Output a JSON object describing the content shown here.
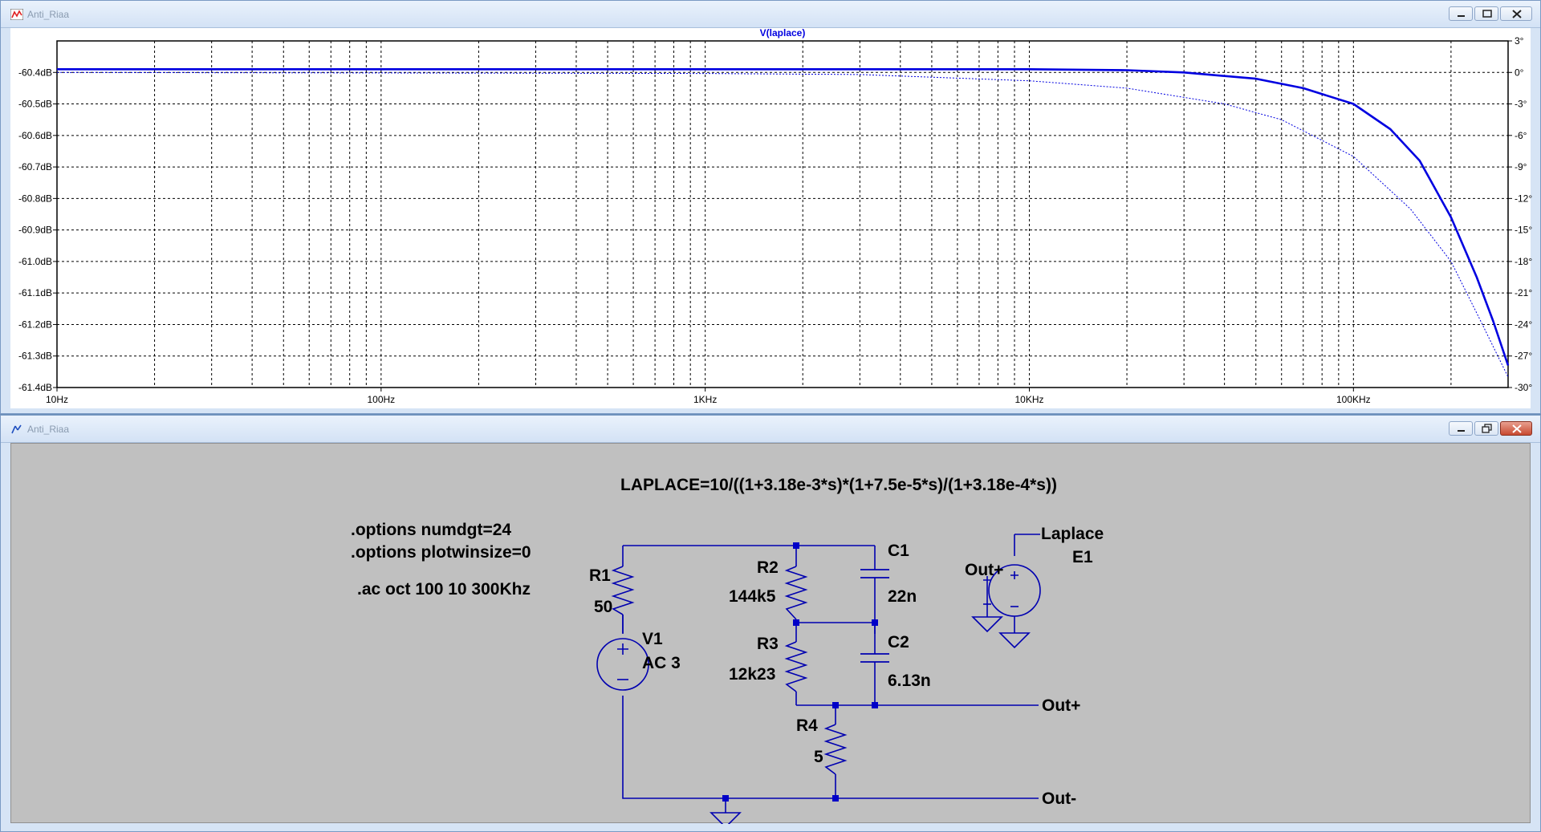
{
  "plot_window": {
    "title": "Anti_Riaa",
    "trace_label": "V(laplace)"
  },
  "chart_data": {
    "type": "line",
    "title": "V(laplace)",
    "x_scale": "log",
    "xlim": [
      10,
      300000
    ],
    "x_ticks": [
      {
        "value": 10,
        "label": "10Hz"
      },
      {
        "value": 100,
        "label": "100Hz"
      },
      {
        "value": 1000,
        "label": "1KHz"
      },
      {
        "value": 10000,
        "label": "10KHz"
      },
      {
        "value": 100000,
        "label": "100KHz"
      }
    ],
    "y_left": {
      "ylim": [
        -61.4,
        -60.3
      ],
      "ticks": [
        {
          "value": -60.4,
          "label": "-60.4dB"
        },
        {
          "value": -60.5,
          "label": "-60.5dB"
        },
        {
          "value": -60.6,
          "label": "-60.6dB"
        },
        {
          "value": -60.7,
          "label": "-60.7dB"
        },
        {
          "value": -60.8,
          "label": "-60.8dB"
        },
        {
          "value": -60.9,
          "label": "-60.9dB"
        },
        {
          "value": -61.0,
          "label": "-61.0dB"
        },
        {
          "value": -61.1,
          "label": "-61.1dB"
        },
        {
          "value": -61.2,
          "label": "-61.2dB"
        },
        {
          "value": -61.3,
          "label": "-61.3dB"
        },
        {
          "value": -61.4,
          "label": "-61.4dB"
        }
      ]
    },
    "y_right": {
      "ylim": [
        -30,
        3
      ],
      "ticks": [
        {
          "value": 3,
          "label": "3°"
        },
        {
          "value": 0,
          "label": "0°"
        },
        {
          "value": -3,
          "label": "-3°"
        },
        {
          "value": -6,
          "label": "-6°"
        },
        {
          "value": -9,
          "label": "-9°"
        },
        {
          "value": -12,
          "label": "-12°"
        },
        {
          "value": -15,
          "label": "-15°"
        },
        {
          "value": -18,
          "label": "-18°"
        },
        {
          "value": -21,
          "label": "-21°"
        },
        {
          "value": -24,
          "label": "-24°"
        },
        {
          "value": -27,
          "label": "-27°"
        },
        {
          "value": -30,
          "label": "-30°"
        }
      ]
    },
    "grid": true,
    "series": [
      {
        "name": "V(laplace)",
        "style": "solid",
        "axis": "left",
        "x": [
          10,
          100,
          1000,
          10000,
          20000,
          30000,
          50000,
          70000,
          100000,
          130000,
          160000,
          200000,
          240000,
          270000,
          300000
        ],
        "y": [
          -60.39,
          -60.39,
          -60.39,
          -60.39,
          -60.393,
          -60.4,
          -60.42,
          -60.45,
          -60.5,
          -60.58,
          -60.68,
          -60.86,
          -61.05,
          -61.19,
          -61.33
        ]
      },
      {
        "name": "V(laplace) phase",
        "style": "dashed",
        "axis": "right",
        "x": [
          10,
          100,
          1000,
          3000,
          10000,
          20000,
          40000,
          60000,
          100000,
          150000,
          200000,
          250000,
          300000
        ],
        "y": [
          0,
          -0.05,
          -0.1,
          -0.2,
          -0.8,
          -1.5,
          -3.0,
          -4.5,
          -8.0,
          -13.0,
          -18.0,
          -24.0,
          -29.0
        ]
      }
    ],
    "colors": {
      "trace": "#0000e0",
      "grid": "#000000"
    }
  },
  "schematic_window": {
    "title": "Anti_Riaa",
    "laplace_expr": "LAPLACE=10/((1+3.18e-3*s)*(1+7.5e-5*s)/(1+3.18e-4*s))",
    "directives": [
      ".options numdgt=24",
      ".options plotwinsize=0",
      ".ac oct 100 10 300Khz"
    ],
    "components": {
      "R1": {
        "name": "R1",
        "value": "50"
      },
      "R2": {
        "name": "R2",
        "value": "144k5"
      },
      "R3": {
        "name": "R3",
        "value": "12k23"
      },
      "R4": {
        "name": "R4",
        "value": "5"
      },
      "C1": {
        "name": "C1",
        "value": "22n"
      },
      "C2": {
        "name": "C2",
        "value": "6.13n"
      },
      "V1": {
        "name": "V1",
        "value": "AC 3"
      },
      "E1": {
        "name": "E1"
      }
    },
    "net_labels": {
      "out_plus": "Out+",
      "out_minus": "Out-",
      "e1_in": "Out+",
      "laplace": "Laplace"
    },
    "pin_signs": {
      "plus": "+",
      "minus": "−"
    },
    "colors": {
      "wire": "#0000b0",
      "background": "#c0c0c0",
      "text": "#000000"
    }
  }
}
